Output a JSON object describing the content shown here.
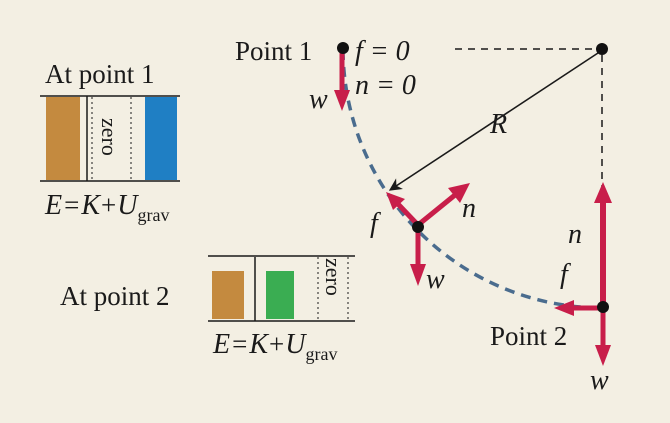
{
  "colors": {
    "background": "#f3efe3",
    "kinetic_bar": "#c48a3f",
    "potential_bar_point1": "#1f7fc4",
    "potential_bar_point2": "#3aad52",
    "force_arrow": "#c81e4a",
    "path_dashed": "#4a6c8e"
  },
  "point1": {
    "name": "Point 1",
    "f_eq": "f = 0",
    "n_eq": "n = 0",
    "w_label": "w"
  },
  "radius_label": "R",
  "mid": {
    "f_label": "f",
    "n_label": "n",
    "w_label": "w"
  },
  "point2": {
    "name": "Point 2",
    "f_label": "f",
    "n_label": "n",
    "w_label": "w"
  },
  "bar_chart_1": {
    "title": "At point 1",
    "zero_label": "zero",
    "eq_E": "E",
    "eq_eq": "=",
    "eq_K": "K",
    "eq_plus": "+",
    "eq_U": "U",
    "eq_sub": "grav"
  },
  "bar_chart_2": {
    "title": "At point 2",
    "zero_label": "zero",
    "eq_E": "E",
    "eq_eq": "=",
    "eq_K": "K",
    "eq_plus": "+",
    "eq_U": "U",
    "eq_sub": "grav"
  },
  "icons": [
    "point-dot-icon",
    "force-arrow-icon"
  ]
}
